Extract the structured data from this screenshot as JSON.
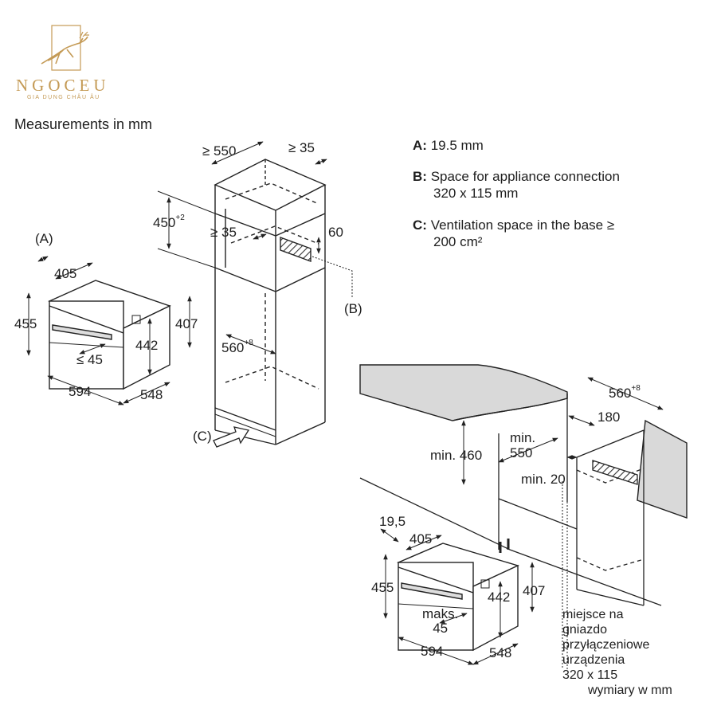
{
  "brand": {
    "name": "NGOCEU",
    "tagline": "GIA DỤNG CHÂU ÂU",
    "logo_icon": "deer-logo-icon",
    "color": "#c49a55"
  },
  "header": {
    "title": "Measurements in mm"
  },
  "legend": [
    {
      "key": "A:",
      "line1": "19.5 mm",
      "line2": ""
    },
    {
      "key": "B:",
      "line1": "Space for appliance connection",
      "line2": "320 x 115 mm"
    },
    {
      "key": "C:",
      "line1": "Ventilation space in the base ≥",
      "line2": "200 cm²"
    }
  ],
  "appliance_top": {
    "label_a": "(A)",
    "width_inner": "405",
    "height": "455",
    "height_front": "442",
    "depth_side": "407",
    "handle": "≤ 45",
    "width": "594",
    "depth": "548"
  },
  "tall_cabinet": {
    "depth_top": "≥ 550",
    "gap_top": "≥ 35",
    "niche_height": "450",
    "niche_height_tol": "+2",
    "gap_inner": "≥ 35",
    "conn_depth": "60",
    "label_b": "(B)",
    "niche_width": "560",
    "niche_width_tol": "+8",
    "label_c": "(C)"
  },
  "under_counter": {
    "width": "560",
    "width_tol": "+8",
    "conn_width": "180",
    "min_height": "min. 460",
    "min_depth_line1": "min.",
    "min_depth_line2": "550",
    "min_gap": "min. 20"
  },
  "appliance_bottom": {
    "front_gap": "19,5",
    "width_inner": "405",
    "height": "455",
    "height_front": "442",
    "depth_side": "407",
    "handle_line1": "maks.",
    "handle_line2": "45",
    "width": "594",
    "depth": "548"
  },
  "polish_note": {
    "lines": [
      "miejsce na",
      "gniazdo",
      "przyłączeniowe",
      "urządzenia",
      "320 x 115"
    ],
    "unit": "wymiary w mm"
  }
}
